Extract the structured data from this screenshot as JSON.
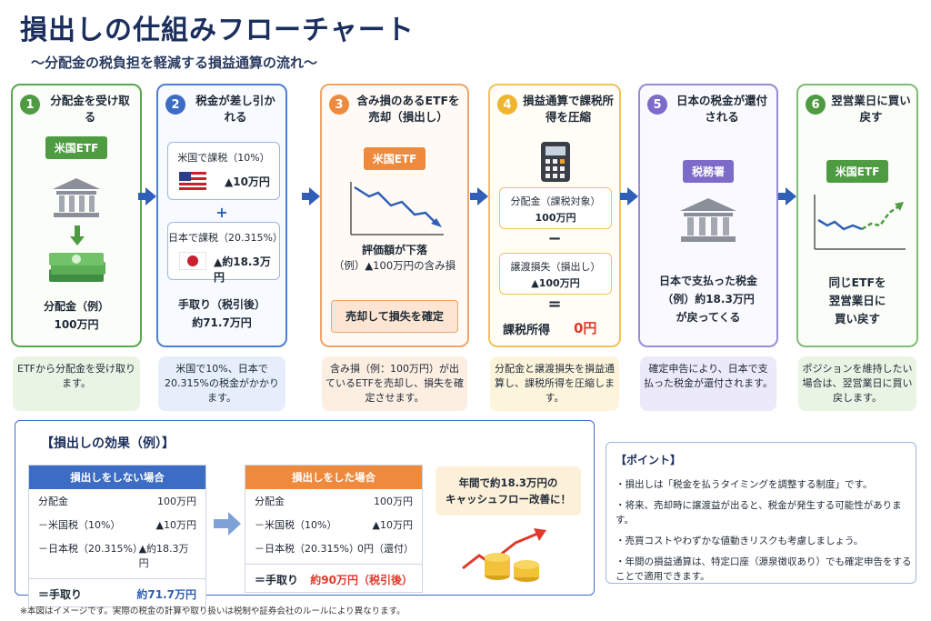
{
  "title": "損出しの仕組みフローチャート",
  "subtitle": "～分配金の税負担を軽減する損益通算の流れ～",
  "colors": {
    "green": "#4e9b42",
    "blue": "#3c6cc4",
    "orange": "#ef8a3d",
    "yellow": "#eeb52d",
    "purple": "#7c6bc8",
    "red": "#e0392b"
  },
  "steps": [
    {
      "num": "1",
      "title": "分配金を受け取る",
      "tag": "米国ETF",
      "icon": "bank-icon",
      "amount_label": "分配金（例）",
      "amount": "100万円",
      "note": "ETFから分配金を受け取ります。"
    },
    {
      "num": "2",
      "title": "税金が差し引かれる",
      "us_label": "米国で課税（10%）",
      "us_amount": "▲10万円",
      "plus": "+",
      "jp_label": "日本で課税（20.315%）",
      "jp_amount": "▲約18.3万円",
      "net_label": "手取り（税引後）",
      "net_amount": "約71.7万円",
      "note": "米国で10%、日本で20.315%の税金がかかります。"
    },
    {
      "num": "3",
      "title": "含み損のあるETFを売却（損出し）",
      "tag": "米国ETF",
      "drop_text": "評価額が下落",
      "drop_example": "（例）▲100万円の含み損",
      "action": "売却して損失を確定",
      "note": "含み損（例：100万円）が出ているETFを売却し、損失を確定させます。"
    },
    {
      "num": "4",
      "title": "損益通算で課税所得を圧縮",
      "dist_label": "分配金（課税対象）",
      "dist_amount": "100万円",
      "minus": "−",
      "loss_label": "譲渡損失（損出し）",
      "loss_amount": "▲100万円",
      "equals": "=",
      "result_label": "課税所得",
      "result_value": "0円",
      "note": "分配金と譲渡損失を損益通算し、課税所得を圧縮します。"
    },
    {
      "num": "5",
      "title": "日本の税金が還付される",
      "tag": "税務署",
      "text1": "日本で支払った税金",
      "text2": "（例）約18.3万円",
      "text3": "が戻ってくる",
      "note": "確定申告により、日本で支払った税金が還付されます。"
    },
    {
      "num": "6",
      "title": "翌営業日に買い戻す",
      "tag": "米国ETF",
      "text1": "同じETFを",
      "text2": "翌営業日に",
      "text3": "買い戻す",
      "note": "ポジションを維持したい場合は、翌営業日に買い戻します。"
    }
  ],
  "effect": {
    "title": "【損出しの効果（例）】",
    "without": {
      "header": "損出しをしない場合",
      "rows": [
        {
          "label": "分配金",
          "value": "100万円"
        },
        {
          "label": "－米国税（10%）",
          "value": "▲10万円"
        },
        {
          "label": "－日本税（20.315%）",
          "value": "▲約18.3万円"
        }
      ],
      "total_label": "＝手取り",
      "total_value": "約71.7万円"
    },
    "with": {
      "header": "損出しをした場合",
      "rows": [
        {
          "label": "分配金",
          "value": "100万円"
        },
        {
          "label": "－米国税（10%）",
          "value": "▲10万円"
        },
        {
          "label": "－日本税（20.315%）",
          "value": "0円（還付）"
        }
      ],
      "total_label": "＝手取り",
      "total_value": "約90万円（税引後）"
    },
    "callout1": "年間で約18.3万円の",
    "callout2": "キャッシュフロー改善に！"
  },
  "points": {
    "title": "【ポイント】",
    "items": [
      "・損出しは「税金を払うタイミングを調整する制度」です。",
      "・将来、売却時に譲渡益が出ると、税金が発生する可能性があります。",
      "・売買コストやわずかな値動きリスクも考慮しましょう。",
      "・年間の損益通算は、特定口座（源泉徴収あり）でも確定申告をすることで適用できます。"
    ]
  },
  "footnote": "※本図はイメージです。実際の税金の計算や取り扱いは税制や証券会社のルールにより異なります。"
}
